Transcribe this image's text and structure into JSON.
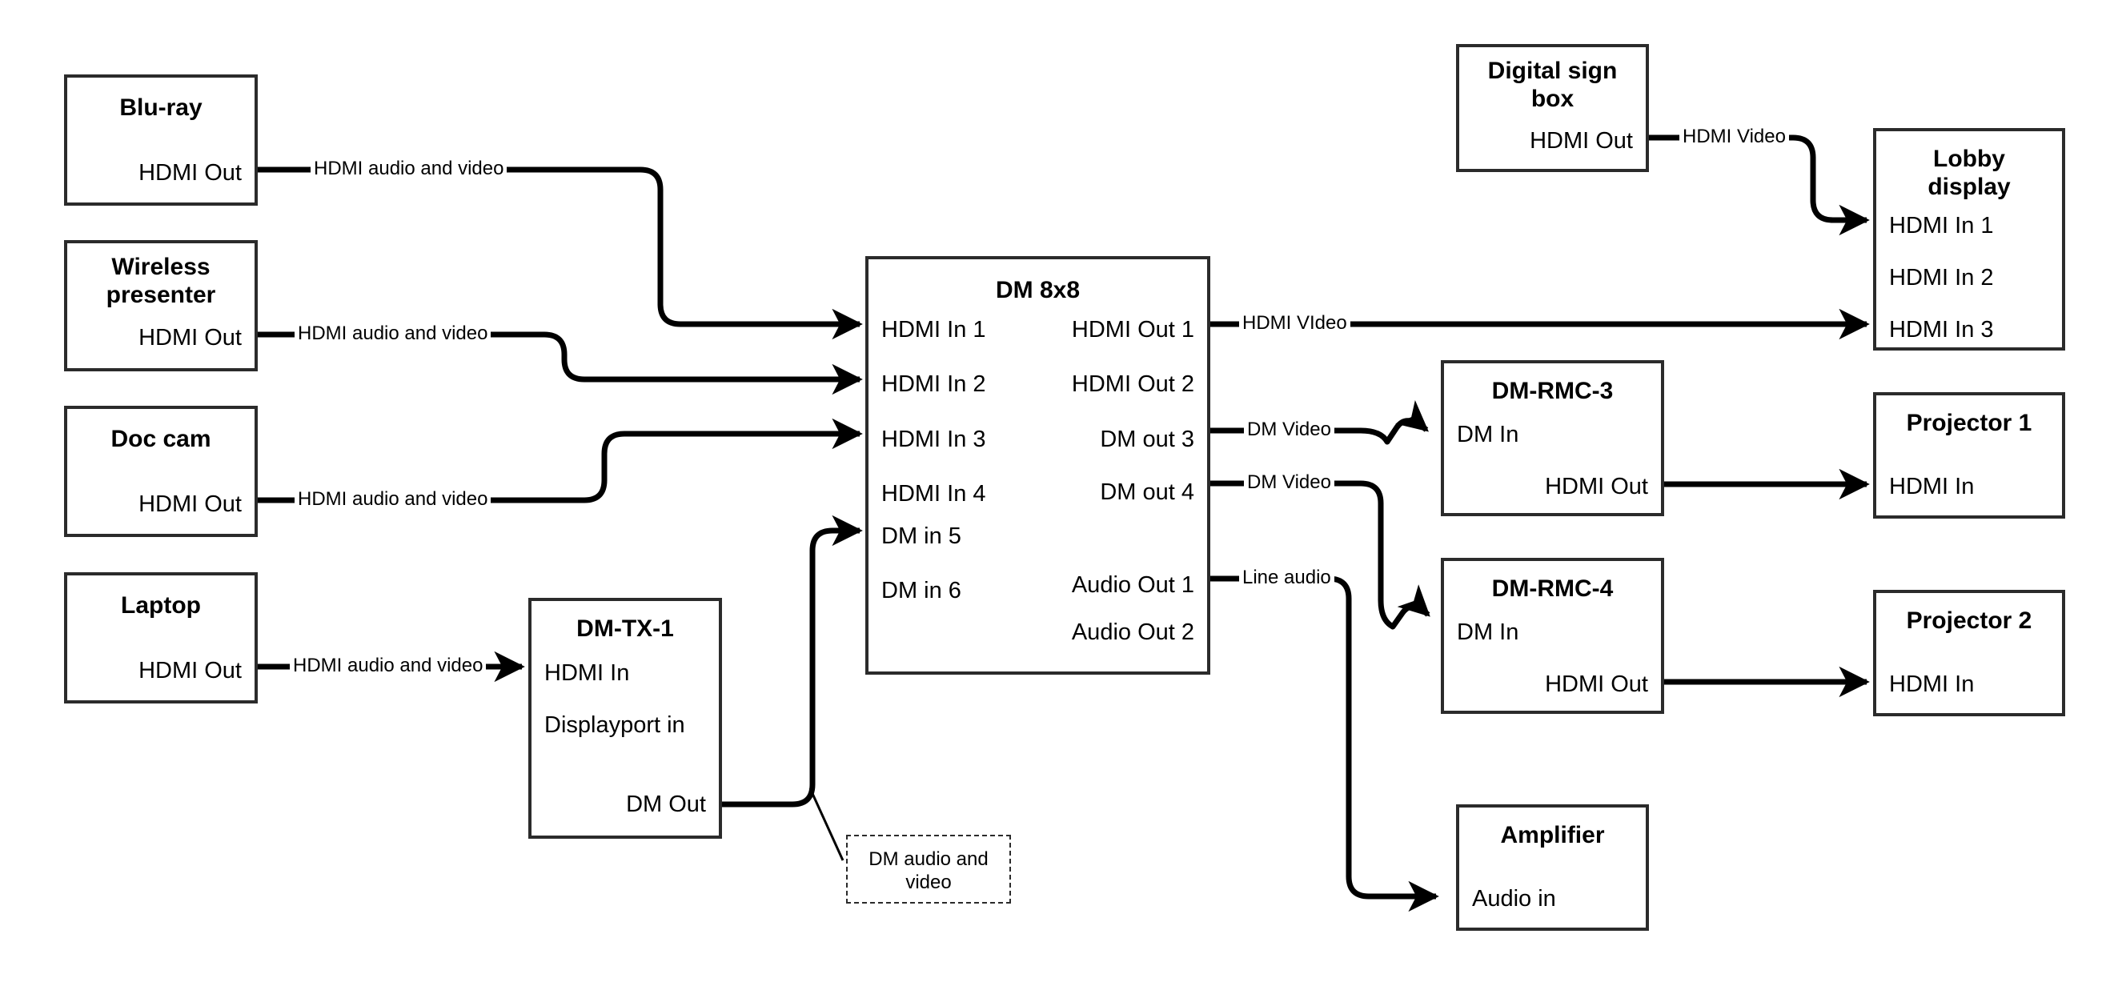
{
  "diagram": {
    "title": "DM 8x8 AV signal flow",
    "line_color": "#000000",
    "box_border_color": "#2b2b2b",
    "background": "#ffffff"
  },
  "nodes": {
    "bluray": {
      "title": "Blu-ray",
      "ports": {
        "out1": "HDMI Out"
      }
    },
    "wireless": {
      "title": "Wireless\npresenter",
      "title_line1": "Wireless",
      "title_line2": "presenter",
      "ports": {
        "out1": "HDMI Out"
      }
    },
    "doccam": {
      "title": "Doc cam",
      "ports": {
        "out1": "HDMI Out"
      }
    },
    "laptop": {
      "title": "Laptop",
      "ports": {
        "out1": "HDMI Out"
      }
    },
    "dmtx1": {
      "title": "DM-TX-1",
      "ports": {
        "in1": "HDMI In",
        "in2": "Displayport in",
        "out1": "DM Out"
      }
    },
    "dm8x8": {
      "title": "DM 8x8",
      "inputs": [
        "HDMI In 1",
        "HDMI In 2",
        "HDMI In 3",
        "HDMI In 4",
        "DM in 5",
        "DM in 6"
      ],
      "outputs": [
        "HDMI Out 1",
        "HDMI Out 2",
        "DM out 3",
        "DM out 4",
        "Audio Out 1",
        "Audio Out 2"
      ]
    },
    "digitalsign": {
      "title_line1": "Digital sign",
      "title_line2": "box",
      "ports": {
        "out1": "HDMI Out"
      }
    },
    "lobbydisplay": {
      "title_line1": "Lobby",
      "title_line2": "display",
      "inputs": [
        "HDMI In 1",
        "HDMI In 2",
        "HDMI In 3"
      ]
    },
    "dmrmc3": {
      "title": "DM-RMC-3",
      "ports": {
        "in1": "DM In",
        "out1": "HDMI Out"
      }
    },
    "dmrmc4": {
      "title": "DM-RMC-4",
      "ports": {
        "in1": "DM In",
        "out1": "HDMI Out"
      }
    },
    "projector1": {
      "title": "Projector 1",
      "ports": {
        "in1": "HDMI In"
      }
    },
    "projector2": {
      "title": "Projector 2",
      "ports": {
        "in1": "HDMI In"
      }
    },
    "amplifier": {
      "title": "Amplifier",
      "ports": {
        "in1": "Audio in"
      }
    },
    "callout": {
      "line1": "DM audio and",
      "line2": "video"
    }
  },
  "wire_labels": {
    "bluray_to_dm": "HDMI audio and video",
    "wireless_to_dm": "HDMI audio and video",
    "doccam_to_dm": "HDMI audio and video",
    "laptop_to_dmtx1": "HDMI audio and video",
    "dm_hdmiout1": "HDMI VIdeo",
    "dm_dmout3": "DM Video",
    "dm_dmout4": "DM Video",
    "dm_audioout1": "Line audio",
    "digitalsign_out": "HDMI Video"
  }
}
